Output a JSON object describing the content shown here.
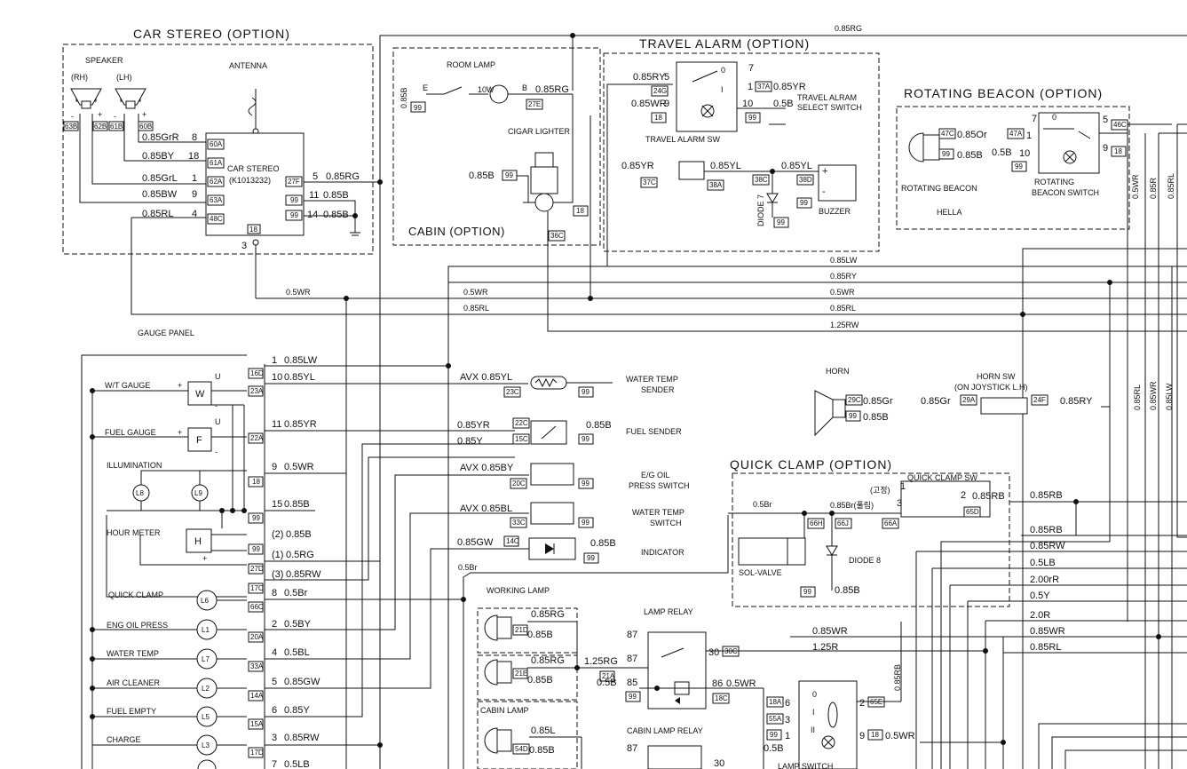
{
  "car_stereo": {
    "title": "CAR STEREO (OPTION)",
    "speaker": "SPEAKER",
    "rh": "(RH)",
    "lh": "(LH)",
    "antenna": "ANTENNA",
    "unit": "CAR STEREO",
    "part": "(K1013232)",
    "pins": [
      "60A",
      "61A",
      "62A",
      "63A",
      "48C"
    ],
    "pin_nums": [
      "8",
      "18",
      "1",
      "9",
      "4"
    ],
    "wires": [
      "0.85GrR",
      "0.85BY",
      "0.85GrL",
      "0.85BW",
      "0.85RL"
    ],
    "spk_labels": [
      "63B",
      "62B",
      "61B",
      "60B"
    ],
    "right_pins": [
      "27F",
      "99",
      "99"
    ],
    "right_nums": [
      "5",
      "11",
      "14"
    ],
    "right_wires": [
      "0.85RG",
      "0.85B",
      "0.85B"
    ],
    "bottom_pin": "18",
    "bottom_num": "3"
  },
  "cabin": {
    "title": "CABIN (OPTION)",
    "room_lamp": "ROOM LAMP",
    "lamp_w": "10W",
    "e": "E",
    "b": "B",
    "cigar": "CIGAR LIGHTER",
    "c27e": "27E",
    "c99": "99",
    "c18": "18",
    "c36c": "36C",
    "w085b": "0.85B",
    "w085rg": "0.85RG"
  },
  "travel_alarm": {
    "title": "TRAVEL ALARM (OPTION)",
    "sw": "TRAVEL ALARM SW",
    "select": "TRAVEL ALRAM",
    "select2": "SELECT SWITCH",
    "buzzer": "BUZZER",
    "diode": "DIODE 7",
    "c24g": "24G",
    "c18": "18",
    "c37a": "37A",
    "c99": "99",
    "c37c": "37C",
    "c38a": "38A",
    "c38c": "38C",
    "c38d": "38D",
    "w_ry": "0.85RY",
    "w_wr": "0.85WR",
    "w_yr": "0.85YR",
    "w_yl": "0.85YL",
    "w_yl2": "0.85YL",
    "w_b": "0.5B",
    "n5": "5",
    "n9": "9",
    "n0": "0",
    "n7": "7",
    "n1": "1",
    "n10": "10",
    "nI": "I"
  },
  "beacon": {
    "title": "ROTATING BEACON (OPTION)",
    "lamp": "ROTATING BEACON",
    "make": "HELLA",
    "sw": "ROTATING",
    "sw2": "BEACON SWITCH",
    "c47c": "47C",
    "c47a": "47A",
    "c99": "99",
    "c46c": "46C",
    "c18": "18",
    "w_or": "0.85Or",
    "w_b": "0.85B",
    "w_05b": "0.5B",
    "n7": "7",
    "n5": "5",
    "n1": "1",
    "n10": "10",
    "n9": "9",
    "n0": "0"
  },
  "bus": {
    "top_rg": "0.85RG",
    "lw": "0.85LW",
    "ry": "0.85RY",
    "wr05": "0.5WR",
    "rl": "0.85RL",
    "rw125": "1.25RW",
    "wr_left": "0.5WR",
    "rl_left": "0.85RL",
    "v_wr": "0.5WR",
    "v_r": "0.85R",
    "v_rl": "0.85RL",
    "v_rl2": "0.85RL",
    "v_wr2": "0.85WR",
    "v_lw": "0.85LW"
  },
  "gauge_panel": {
    "title": "GAUGE PANEL",
    "wt": "W/T GAUGE",
    "fuel": "FUEL GAUGE",
    "illum": "ILLUMINATION",
    "hour": "HOUR METER",
    "u": "U",
    "plus": "+",
    "minus": "-",
    "l8": "L8",
    "l9": "L9",
    "lamps": [
      {
        "label": "QUICK CLAMP",
        "sym": "L6"
      },
      {
        "label": "ENG OIL PRESS",
        "sym": "L1"
      },
      {
        "label": "WATER TEMP",
        "sym": "L7"
      },
      {
        "label": "AIR CLEANER",
        "sym": "L2"
      },
      {
        "label": "FUEL EMPTY",
        "sym": "L5"
      },
      {
        "label": "CHARGE",
        "sym": "L3"
      }
    ],
    "rows": [
      {
        "c": "16D",
        "n": "1",
        "w": "0.85LW"
      },
      {
        "c": "23A",
        "n": "10",
        "w": "0.85YL"
      },
      {
        "c": "22A",
        "n": "11",
        "w": "0.85YR"
      },
      {
        "c": "18",
        "n": "9",
        "w": "0.5WR"
      },
      {
        "c": "99",
        "n": "15",
        "w": "0.85B"
      },
      {
        "c": "99",
        "n": "(2)",
        "w": "0.85B"
      },
      {
        "c": "27D",
        "n": "(1)",
        "w": "0.5RG"
      },
      {
        "c": "17C",
        "n": "(3)",
        "w": "0.85RW"
      },
      {
        "c": "66C",
        "n": "8",
        "w": "0.5Br"
      },
      {
        "c": "20A",
        "n": "2",
        "w": "0.5BY"
      },
      {
        "c": "33A",
        "n": "4",
        "w": "0.5BL"
      },
      {
        "c": "14A",
        "n": "5",
        "w": "0.85GW"
      },
      {
        "c": "15A",
        "n": "6",
        "w": "0.85Y"
      },
      {
        "c": "17D",
        "n": "3",
        "w": "0.85RW"
      },
      {
        "c": "",
        "n": "7",
        "w": "0.5LB"
      }
    ]
  },
  "sensors": {
    "wts": "WATER TEMP",
    "wts2": "SENDER",
    "fs": "FUEL SENDER",
    "ops": "E/G OIL",
    "ops2": "PRESS SWITCH",
    "wtsw": "WATER TEMP",
    "wtsw2": "SWITCH",
    "ind": "INDICATOR",
    "w1": "AVX 0.85YL",
    "w2": "0.85YR",
    "w3": "0.85Y",
    "w4": "AVX 0.85BY",
    "w5": "AVX 0.85BL",
    "w6": "0.85GW",
    "w7": "0.85B",
    "w8": "0.85B",
    "w9": "0.5Br",
    "c23c": "23C",
    "c22c": "22C",
    "c15c": "15C",
    "c20c": "20C",
    "c33c": "33C",
    "c14c": "14C",
    "c99": "99"
  },
  "horn": {
    "title": "HORN",
    "sw": "HORN SW",
    "sw2": "(ON JOYSTICK L.H)",
    "c29c": "29C",
    "c99": "99",
    "c29a": "29A",
    "c24f": "24F",
    "w_gr": "0.85Gr",
    "w_gr2": "0.85Gr",
    "w_b": "0.85B",
    "w_ry": "0.85RY"
  },
  "quick_clamp": {
    "title": "QUICK CLAMP (OPTION)",
    "sw": "QUICK CLAMP SW",
    "sol": "SOL-VALVE",
    "diode": "DIODE 8",
    "w_br": "0.5Br",
    "w_brr": "0.85Br(풀림)",
    "lock": "(고정)",
    "w_rb": "0.85RB",
    "w_rb2": "0.85RB",
    "w_b": "0.85B",
    "n1": "1",
    "n2": "2",
    "n3": "3",
    "c66h": "66H",
    "c66j": "66J",
    "c66a": "66A",
    "c65d": "65D",
    "c99": "99"
  },
  "right_bus": {
    "labels": [
      "0.85RB",
      "0.85RW",
      "0.5LB",
      "2.00rR",
      "0.5Y",
      "2.0R",
      "0.85WR",
      "0.85RL"
    ]
  },
  "working": {
    "title": "WORKING LAMP",
    "relay": "LAMP RELAY",
    "cabin_lamp": "CABIN LAMP",
    "cabin_relay": "CABIN LAMP RELAY",
    "lamp_sw": "LAMP SWITCH",
    "c21d": "21D",
    "c21e": "21E",
    "c21a": "21A",
    "c99": "99",
    "c30c": "30C",
    "c18c": "18C",
    "c54d": "54D",
    "c18a": "18A",
    "c55a": "55A",
    "c65e": "65E",
    "c18": "18",
    "w_rg": "0.85RG",
    "w_rg2": "0.85RG",
    "w_b": "0.85B",
    "w_b2": "0.85B",
    "w_125rg": "1.25RG",
    "w_05b": "0.5B",
    "w_05wr": "0.5WR",
    "w_085l": "0.85L",
    "w_085b3": "0.85B",
    "w_wr": "0.85WR",
    "w_125r": "1.25R",
    "w_05b2": "0.5B",
    "w_05wr2": "0.5WR",
    "w_rb": "0.85RB",
    "n87": "87",
    "n87b": "87",
    "n85": "85",
    "n86": "86",
    "n30": "30",
    "n30b": "30",
    "n87c": "87",
    "n6": "6",
    "n3": "3",
    "n1": "1",
    "n2": "2",
    "n9": "9",
    "nI": "I",
    "nII": "II",
    "n0": "0"
  }
}
